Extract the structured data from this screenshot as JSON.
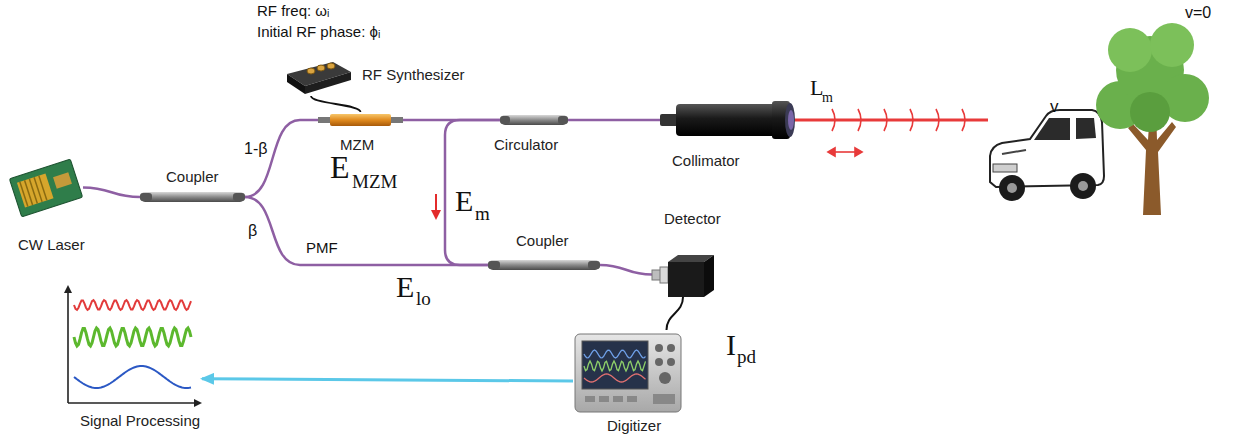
{
  "diagram": {
    "nodes": [
      {
        "text": [
          "CW Laser"
        ]
      },
      {
        "text": [
          "Coupler"
        ]
      },
      {
        "text": [
          "RF Synthesizer"
        ]
      },
      {
        "text": [
          "MZM"
        ]
      },
      {
        "text": [
          "Circulator"
        ]
      },
      {
        "text": [
          "Collimator"
        ]
      },
      {
        "text": [
          "Coupler"
        ]
      },
      {
        "text": [
          "Detector"
        ]
      },
      {
        "text": [
          "Digitizer"
        ]
      },
      {
        "text": [
          "Signal Processing"
        ]
      }
    ],
    "edges": [
      {
        "from": 0,
        "to": 1,
        "arrow": "none"
      },
      {
        "from": 1,
        "to": 3,
        "arrow": "none",
        "label": "1-β"
      },
      {
        "from": 1,
        "to": 6,
        "arrow": "none",
        "label": "PMF"
      },
      {
        "from": 2,
        "to": 3,
        "arrow": "none"
      },
      {
        "from": 3,
        "to": 4,
        "arrow": "none"
      },
      {
        "from": 4,
        "to": 5,
        "arrow": "none"
      },
      {
        "from": 4,
        "to": 6,
        "arrow": "none"
      },
      {
        "from": 6,
        "to": 7,
        "arrow": "none"
      },
      {
        "from": 7,
        "to": 8,
        "arrow": "none"
      },
      {
        "from": 8,
        "to": 9,
        "arrow": "to"
      }
    ],
    "labels": [
      "RF freq: ωᵢ",
      "Initial RF phase: ϕᵢ",
      "E",
      "MZM",
      "β",
      "E",
      "m",
      "E",
      "lo",
      "I",
      "pd",
      "L",
      "m",
      "v",
      "v=0"
    ]
  }
}
